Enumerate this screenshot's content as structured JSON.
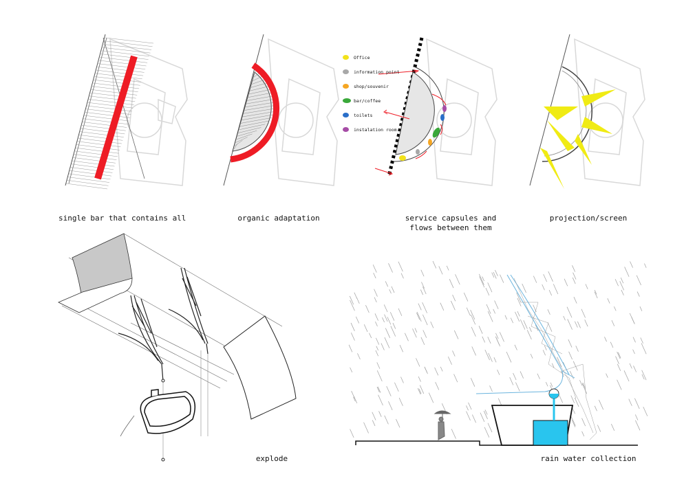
{
  "captions": {
    "single_bar": "single bar that contains all",
    "organic": "organic adaptation",
    "service_line1": "service capsules and",
    "service_line2": "flows between them",
    "projection": "projection/screen",
    "explode": "explode",
    "rain": "rain water collection"
  },
  "legend": [
    {
      "label": "Office",
      "color": "#f2e21a"
    },
    {
      "label": "information point",
      "color": "#a8a8a8"
    },
    {
      "label": "shop/souvenir",
      "color": "#f5a623"
    },
    {
      "label": "bar/coffee",
      "color": "#3aa83a"
    },
    {
      "label": "toilets",
      "color": "#2a6fc9"
    },
    {
      "label": "instalation room",
      "color": "#a64ca6"
    }
  ],
  "colors": {
    "accent_red": "#ee1c25",
    "projection_yellow": "#f0eb14",
    "water_blue": "#29c5ee",
    "structure_blue": "#6ab4de"
  }
}
